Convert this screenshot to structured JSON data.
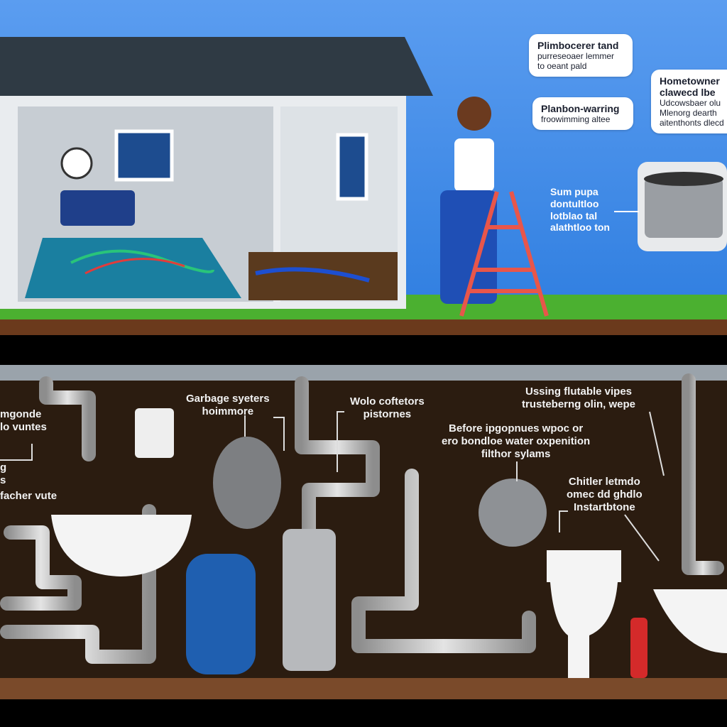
{
  "top_scene": {
    "bubbles": [
      {
        "title": "Plimbocerer tand",
        "lines": [
          "purreseoaer lemmer",
          "to oeant pald"
        ]
      },
      {
        "title": "Planbon-warring",
        "lines": [
          "froowimming altee"
        ]
      },
      {
        "title": "Hometowner clawecd lbe",
        "lines": [
          "Udcowsbaer olu",
          "Mlenorg dearth",
          "aitenthonts dlecd"
        ]
      }
    ],
    "sump_label": [
      "Sum pupa",
      "dontultloo",
      "lotblao tal",
      "alathtloo ton"
    ]
  },
  "bottom_scene": {
    "labels": {
      "left_top": [
        "mgonde",
        "lo vuntes"
      ],
      "left_mid": [
        "g",
        "s"
      ],
      "left_bottom": "facher vute",
      "garbage": [
        "Garbage syeters",
        "hoimmore"
      ],
      "wolo": [
        "Wolo coftetors",
        "pistornes"
      ],
      "flexible": [
        "Ussing flutable vipes",
        "trusteberng olin, wepe"
      ],
      "before": [
        "Before ipgopnues wpoc or",
        "ero bondloe water oxpenition",
        "filthor sylams"
      ],
      "chitler": [
        "Chitler letmdo",
        "omec dd ghdlo",
        "Instartbtone"
      ]
    }
  },
  "colors": {
    "sky": "#4a8fe6",
    "panel": "#2b1c10",
    "pipe": "#c8c8c8",
    "tank": "#1f5fb0",
    "floor": "#7a4a2a"
  }
}
